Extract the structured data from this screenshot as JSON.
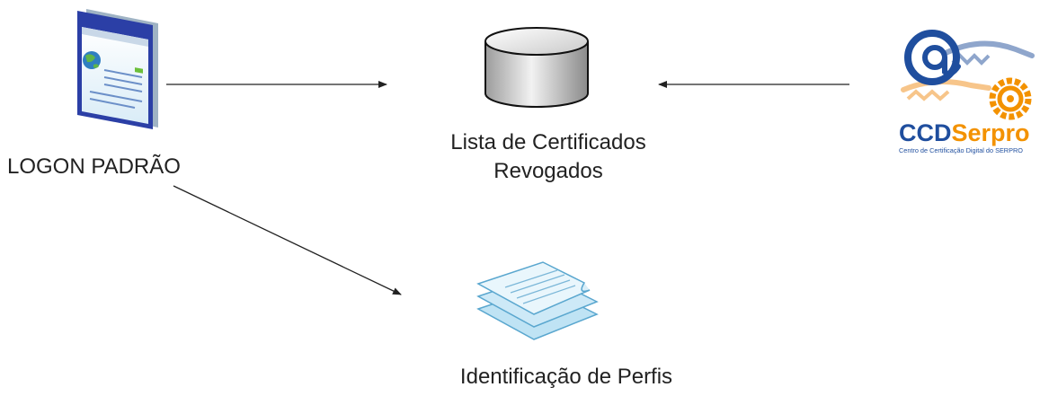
{
  "nodes": {
    "logon": {
      "label": "LOGON PADRÃO",
      "icon": "browser-window-icon"
    },
    "crl": {
      "label_line1": "Lista de Certificados",
      "label_line2": "Revogados",
      "icon": "database-cylinder-icon"
    },
    "profiles": {
      "label": "Identificação de Perfis",
      "icon": "stacked-documents-icon"
    },
    "ccd": {
      "brand_ccd": "CCD",
      "brand_serpro": "Serpro",
      "tagline": "Centro de Certificação Digital do SERPRO",
      "icon": "ccdserpro-logo"
    }
  },
  "edges": [
    {
      "from": "logon",
      "to": "crl"
    },
    {
      "from": "ccd",
      "to": "crl"
    },
    {
      "from": "logon",
      "to": "profiles"
    }
  ],
  "colors": {
    "arrow": "#222222",
    "logo_blue": "#1f4e9e",
    "logo_orange": "#f39200",
    "window_blue": "#2b3fa6",
    "paper_blue": "#a8d6ee"
  }
}
